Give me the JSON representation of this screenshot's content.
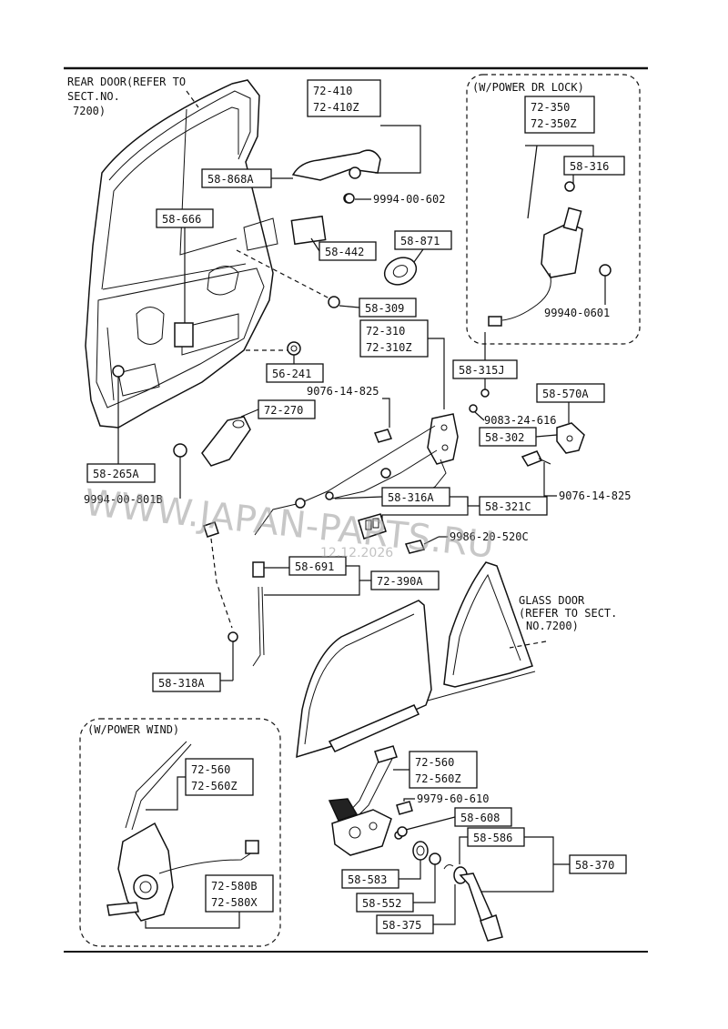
{
  "labels": {
    "rear_door_1": "REAR DOOR(REFER TO",
    "rear_door_2": "SECT.NO.",
    "rear_door_3": "7200)",
    "power_dr_lock": "(W/POWER DR LOCK)",
    "power_wind": "(W/POWER WIND)",
    "glass_door_1": "GLASS DOOR",
    "glass_door_2": "(REFER TO SECT.",
    "glass_door_3": "NO.7200)"
  },
  "parts": {
    "p72_410": "72-410",
    "p72_410z": "72-410Z",
    "p58_868a": "58-868A",
    "p9994_00_602": "9994-00-602",
    "p58_666": "58-666",
    "p58_442": "58-442",
    "p58_871": "58-871",
    "p58_309": "58-309",
    "p72_310": "72-310",
    "p72_310z": "72-310Z",
    "p56_241": "56-241",
    "p58_315j": "58-315J",
    "p9076_14_825_a": "9076-14-825",
    "p72_270": "72-270",
    "p9083_24_616": "9083-24-616",
    "p58_570a": "58-570A",
    "p58_302": "58-302",
    "p58_265a": "58-265A",
    "p9076_14_825_b": "9076-14-825",
    "p9994_00_801b": "9994-00-801B",
    "p58_316a": "58-316A",
    "p58_321c": "58-321C",
    "p9986_20_520c": "9986-20-520C",
    "p58_691": "58-691",
    "p72_390a": "72-390A",
    "p58_318a": "58-318A",
    "p72_350": "72-350",
    "p72_350z": "72-350Z",
    "p58_316": "58-316",
    "p99940_0601": "99940-0601",
    "p72_560_a": "72-560",
    "p72_560z_a": "72-560Z",
    "p72_580b": "72-580B",
    "p72_580x": "72-580X",
    "p72_560_b": "72-560",
    "p72_560z_b": "72-560Z",
    "p9979_60_610": "9979-60-610",
    "p58_608": "58-608",
    "p58_586": "58-586",
    "p58_370": "58-370",
    "p58_583": "58-583",
    "p58_552": "58-552",
    "p58_375": "58-375"
  },
  "watermark": {
    "main": "WWW.JAPAN-PARTS.RU",
    "date": "12.12.2026"
  }
}
